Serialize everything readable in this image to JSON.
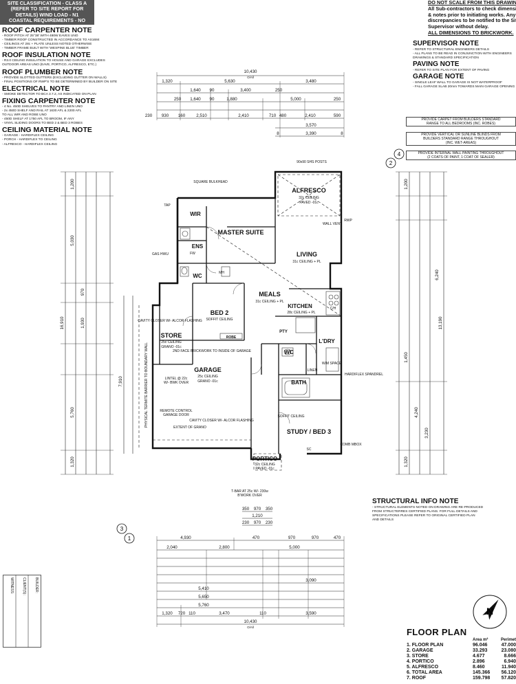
{
  "site_classification": {
    "lines": [
      "SITE CLASSIFICATION - CLASS A",
      "(REFER TO SITE REPORT FOR",
      "DETAILS) WIND LOAD - N1",
      "COASTAL REQUIREMENTS - NO"
    ]
  },
  "warning": {
    "lines": [
      "DO NOT SCALE FROM THIS DRAWING",
      "All Sub-contractors to check dimensions",
      "& notes prior to initiating works. Any",
      "discrepancies to be notified to the Site",
      "Supervisor without delay."
    ],
    "emphasis": "ALL DIMENSIONS TO BRICKWORK."
  },
  "left_notes": [
    {
      "title": "ROOF CARPENTER NOTE",
      "items": [
        "- ROOF PITCH AT 25°38' WITH 480W EAVES UNO",
        "- TIMBER ROOF CONSTRUCTED IN ACCORDANCE TO AS1684",
        "- CEILINGS AT 28c + PLATE UNLESS NOTED OTHERWISE",
        "- TIMBER FRAME BUILT WITH 'WESPINE BLUE' TIMBER"
      ]
    },
    {
      "title": "ROOF INSULATION NOTE",
      "items": [
        "- R3.0 CEILING INSULATION TO HOUSE AND GARAGE EXCLUDES",
        "OUTDOOR AREAS UNO (EAVE, PORTICO, ALFRESCO, ETC.)"
      ]
    },
    {
      "title": "ROOF PLUMBER NOTE",
      "items": [
        "- PROVIDE SLOTTED GUTTERS (EXCLUDING GUTTER ON WALLS)",
        "- FINAL POSITIONS OF RWP'S TO BE DETERMINED BY BUILDER ON SITE"
      ]
    },
    {
      "title": "ELECTRICAL NOTE",
      "items": [
        "- SMOKE DETECTOR TO BCA 3.7.2, AS INDICATED ON PLAN"
      ]
    },
    {
      "title": "FIXING CARPENTER NOTE",
      "items": [
        "- 4 No. 450D SHELVES TO PANTRY AND LINEN UNO",
        "- 2x 450D SHELF AND RAIL AT 1630 AFL & 2200 AFL",
        "TO ALL WIR AND ROBE UNO",
        "- 450D SHELF AT 1750 AFL TO BROOM, IF ANY",
        "- VINYL SLIDING DOORS TO BED 2 & BED 3 ROBES"
      ]
    },
    {
      "title": "CEILING MATERIAL NOTE",
      "items": [
        "- GARAGE - HARDIFLEX CEILING",
        "- PORCH - HARDIFLEX TO CEILING",
        "- ALFRESCO - HARDIFLEX CEILING"
      ]
    }
  ],
  "right_notes": [
    {
      "title": "SUPERVISOR NOTE",
      "items": [
        "- REFER TO STRUCTURAL ENGINEERS DETAILS",
        "- ALL PLANS TO BE READ IN CONJUNCTION WITH ENGINEERS",
        "DRAWINGS & STANDARD SPECIFICATION"
      ]
    },
    {
      "title": "PAVING NOTE",
      "items": [
        "- REFER TO SITE PLAN FOR EXTENT OF PAVING"
      ]
    },
    {
      "title": "GARAGE NOTE",
      "items": [
        "- SINGLE LEAF WALL TO GARAGE IS NOT WATERPROOF",
        "- FALL GARAGE SLAB 20mm TOWARDS MAIN GARAGE OPENING"
      ]
    }
  ],
  "spec_boxes": [
    {
      "lines": [
        "PROVIDE CARPET FROM BUILDERS STANDARD",
        "RANGE TO ALL BEDROOMS (INC. ROBES)"
      ]
    },
    {
      "lines": [
        "PROVIDE VERTICAL OR SUNLINE BLINDS FROM",
        "BUILDERS STANDARD RANGE THROUGHOUT",
        "(INC. WET-AREAS)"
      ]
    },
    {
      "lines": [
        "PROVIDE INTERNAL WALL PAINTING THROUGHOUT",
        "(2 COATS OF PAINT, 1 COAT OF SEALER)"
      ]
    }
  ],
  "structural": {
    "title": "STRUCTURAL INFO NOTE",
    "items": [
      "- STRUCTURAL ELEMENTS NOTED ON DRAWING ARE RE-PRODUCED",
      "FROM STRUCTERRES CERTIFIED PLANS. FOR FULL DETAILS AND",
      "SPECIFICATIONS PLEASE REFER TO ORIGINAL CERTIFIED PLAN",
      "AND DETAILS"
    ]
  },
  "rooms": {
    "wir": "WIR",
    "master": "MASTER SUITE",
    "ens": "ENS",
    "wc1": "WC",
    "alfresco": "ALFRESCO",
    "alfresco_ceiling": "32c CEILING",
    "alfresco_paved": "PAVED -01c",
    "living": "LIVING",
    "living_ceiling": "31c CEILING + PL",
    "meals": "MEALS",
    "meals_ceiling": "31c CEILING + PL",
    "kitchen": "KITCHEN",
    "kitchen_ceiling": "28c CEILING + PL",
    "bed2": "BED 2",
    "bed2_ceiling": "SOFFIT CEILING",
    "robe": "ROBE",
    "store": "STORE",
    "store_ceiling": "25c CEILING",
    "store_grano": "GRANO -01c",
    "ldry": "L'DRY",
    "wc2": "WC",
    "bath": "BATH",
    "garage": "GARAGE",
    "garage_ceiling": "25c CEILING",
    "garage_grano": "GRANO -01c",
    "study": "STUDY / BED 3",
    "study_ceiling": "SOFFIT CEILING",
    "portico": "PORTICO",
    "portico_ceiling": "32c CEILING",
    "portico_paved": "PAVED -01c",
    "pty": "PTY",
    "mh": "MH",
    "fw": "FW",
    "ch": "C/H"
  },
  "plan_labels": {
    "square_bulkhead": "SQUARE BULKHEAD",
    "posts": "90x90 SHS POSTS",
    "lintel": "LINTEL @ 22c",
    "lintel2": "W/- BWK OVER",
    "remote": "REMOTE CONTROL",
    "remote2": "GARAGE DOOR",
    "cavity": "CAVITY CLOSER W/- ALCOR FLASHING",
    "face_brick": "2ND FACE BRICKWORK TO INSIDE OF GARAGE",
    "hardiflex": "HARDIFLEX SPANDREL",
    "tbar": "T-BAR AT 25c W/- 230w",
    "tbar2": "B'WORK OVER",
    "extent": "EXTENT OF GRANO",
    "wall_vent": "WALL VENT",
    "rwp": "RWP",
    "tap": "TAP",
    "gas": "GAS HWU",
    "comb": "COMB MBOX",
    "boundary": "PHYSICAL TERMITE BARRIER TO BOUNDARY WALL",
    "flashing": "CAVITY CLOSER W/- ALCOR FLASHING",
    "linen": "LINEN",
    "wm": "W/M SPACE",
    "sc": "SC"
  },
  "dimensions": {
    "top_overall": "10,430",
    "top_oa": "O/All",
    "top_row1": [
      "1,320",
      "5,630",
      "3,480"
    ],
    "top_row2": [
      "1,640",
      "90",
      "3,400",
      "250"
    ],
    "top_row3": [
      "250",
      "1,640",
      "90",
      "1,880",
      "5,000",
      "250"
    ],
    "top_row4": [
      "230",
      "930",
      "160",
      "2,510",
      "2,410",
      "710",
      "480",
      "2,410",
      "590"
    ],
    "top_row5": [
      "3,570"
    ],
    "top_row6": [
      "8",
      "3,390",
      "8"
    ],
    "bot_overall": "10,430",
    "bot_oa": "O/All",
    "bot_row1": [
      "1,320",
      "720",
      "110",
      "3,470",
      "110",
      "3,590"
    ],
    "bot_row2": [
      "5,760"
    ],
    "bot_row3": [
      "5,650"
    ],
    "bot_row4": [
      "5,410",
      "3,090"
    ],
    "bot_row5": [
      "2,040",
      "2,800",
      "5,000"
    ],
    "bot_row6": [
      "4,930",
      "470",
      "970",
      "970",
      "470"
    ],
    "portico_top": [
      "350",
      "970",
      "350"
    ],
    "portico_mid": [
      "1,210"
    ],
    "portico_bot": [
      "230",
      "970",
      "230"
    ],
    "left_overall": "16,910",
    "left_seg": [
      "1,200",
      "5,030",
      "970",
      "1,930",
      "7,910",
      "5,760",
      "1,320"
    ],
    "right_overall": "13,190",
    "right_seg": [
      "1,200",
      "1,450",
      "4,240",
      "1,320",
      "3,230",
      "6,240"
    ]
  },
  "callouts": {
    "top_a": "2",
    "top_b": "4",
    "bot_a": "3",
    "bot_b": "1"
  },
  "floor_plan": {
    "title": "FLOOR PLAN",
    "col_area": "Area m²",
    "col_perim": "Perimet",
    "rows": [
      {
        "label": "1. FLOOR PLAN",
        "area": "96.046",
        "perim": "47.000"
      },
      {
        "label": "2. GARAGE",
        "area": "33.293",
        "perim": "23.080"
      },
      {
        "label": "3. STORE",
        "area": "4.677",
        "perim": "8.666"
      },
      {
        "label": "4. PORTICO",
        "area": "2.896",
        "perim": "6.940"
      },
      {
        "label": "5. ALFRESCO",
        "area": "8.460",
        "perim": "11.940"
      },
      {
        "label": "6. TOTAL AREA",
        "area": "145.366",
        "perim": "56.120"
      },
      {
        "label": "7. ROOF",
        "area": "159.798",
        "perim": "57.820"
      }
    ]
  },
  "signatures": {
    "witness": "WITNESS:",
    "clients": "CLIENT(S):",
    "builder": "BUILDER:"
  },
  "north": "N"
}
